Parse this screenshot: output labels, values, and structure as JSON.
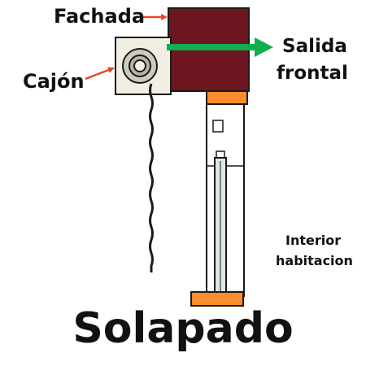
{
  "labels": {
    "fachada": "Fachada",
    "cajon": "Cajón",
    "salida_line1": "Salida",
    "salida_line2": "frontal",
    "interior_line1": "Interior",
    "interior_line2": "habitacion"
  },
  "title": "Solapado",
  "colors": {
    "wall": "#6e1620",
    "box": "#f1eee4",
    "guide": "#ff8c2a",
    "arrow_green": "#0fae4e",
    "arrow_red": "#e8462e",
    "rail": "#dde8e6",
    "outline": "#1a1a1a"
  }
}
